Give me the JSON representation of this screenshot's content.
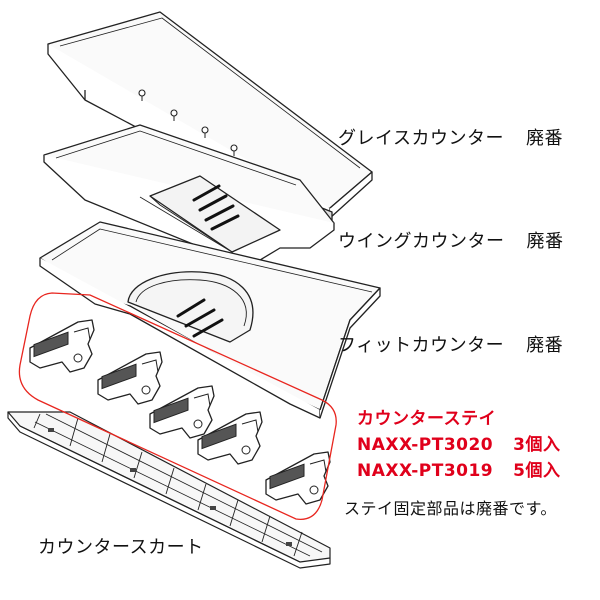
{
  "labels": {
    "grace_counter": "グレイスカウンター",
    "grace_status": "廃番",
    "wing_counter": "ウイングカウンター",
    "wing_status": "廃番",
    "fit_counter": "フィットカウンター",
    "fit_status": "廃番",
    "counter_stay": "カウンターステイ",
    "part1_code": "NAXX-PT3020",
    "part1_qty": "3個入",
    "part2_code": "NAXX-PT3019",
    "part2_qty": "5個入",
    "stay_note": "ステイ固定部品は廃番です。",
    "counter_skirt": "カウンタースカート"
  },
  "colors": {
    "highlight_box": "#e8261f",
    "accent_text": "#e0001b",
    "line_art": "#222222"
  }
}
